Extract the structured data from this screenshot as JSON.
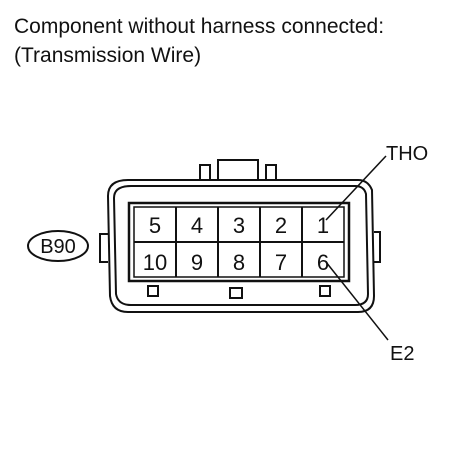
{
  "caption": {
    "line1": "Component without harness connected:",
    "line2": "(Transmission Wire)"
  },
  "connector": {
    "id": "B90",
    "top_row": [
      "5",
      "4",
      "3",
      "2",
      "1"
    ],
    "bottom_row": [
      "10",
      "9",
      "8",
      "7",
      "6"
    ]
  },
  "callouts": [
    {
      "text": "THO",
      "pin": "1"
    },
    {
      "text": "E2",
      "pin": "6"
    }
  ]
}
